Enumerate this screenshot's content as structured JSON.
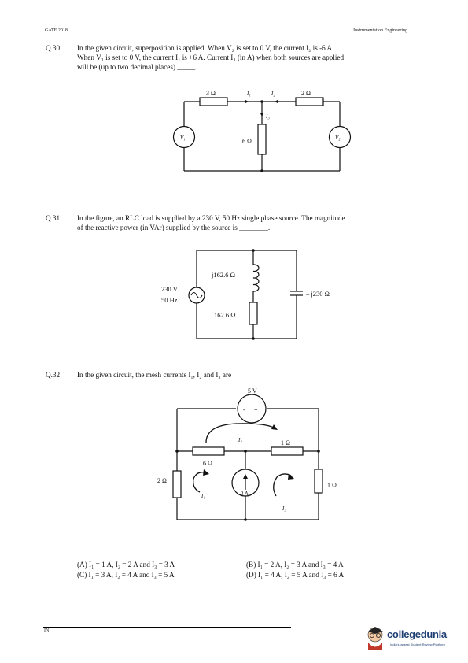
{
  "header": {
    "exam": "GATE 2018",
    "paper": "Instrumentation Engineering"
  },
  "questions": [
    {
      "number": "Q.30",
      "lines": [
        "In the given circuit, superposition is applied. When V₂ is set to 0 V, the current I₂ is -6 A.",
        "When V₁ is set to 0 V, the current I₁ is +6 A. Current I₃ (in A) when both sources are applied",
        "will be (up to two decimal places) _____."
      ],
      "circuit": {
        "r_left": "3 Ω",
        "r_right": "2 Ω",
        "r_mid": "6 Ω",
        "src_left": "V₁",
        "src_right": "V₂",
        "i1": "I₁",
        "i2": "I₂",
        "i3": "I₃"
      }
    },
    {
      "number": "Q.31",
      "lines": [
        "In the figure, an RLC load is supplied by a 230 V, 50 Hz single phase source. The magnitude",
        "of the reactive power (in VAr) supplied by the source is ________."
      ],
      "circuit": {
        "inductor": "j162.6 Ω",
        "resistor": "162.6 Ω",
        "capacitor": "– j230 Ω",
        "src_v": "230 V",
        "src_f": "50 Hz"
      }
    },
    {
      "number": "Q.32",
      "lines": [
        "In the given circuit, the mesh currents I₁, I₂ and I₃ are"
      ],
      "circuit": {
        "vsrc": "5 V",
        "minus": "-",
        "plus": "+",
        "r_top": "1 Ω",
        "r_mid": "6 Ω",
        "r_left": "2 Ω",
        "r_right": "1 Ω",
        "isrc": "2 A",
        "i1": "I₁",
        "i2": "I₂",
        "i3": "I₃"
      },
      "options": {
        "A": "(A) I₁ = 1 A, I₂ = 2 A and I₃ = 3 A",
        "B": "(B) I₁ = 2 A, I₂ = 3 A and I₃ = 4 A",
        "C": "(C) I₁ = 3 A, I₂ = 4 A and I₃ = 5 A",
        "D": "(D) I₁ = 4 A, I₂ = 5 A and I₃ = 6 A"
      }
    }
  ],
  "footer": {
    "code": "IN",
    "brand": "collegedunia",
    "tagline": "India's largest Student Review Platform"
  }
}
